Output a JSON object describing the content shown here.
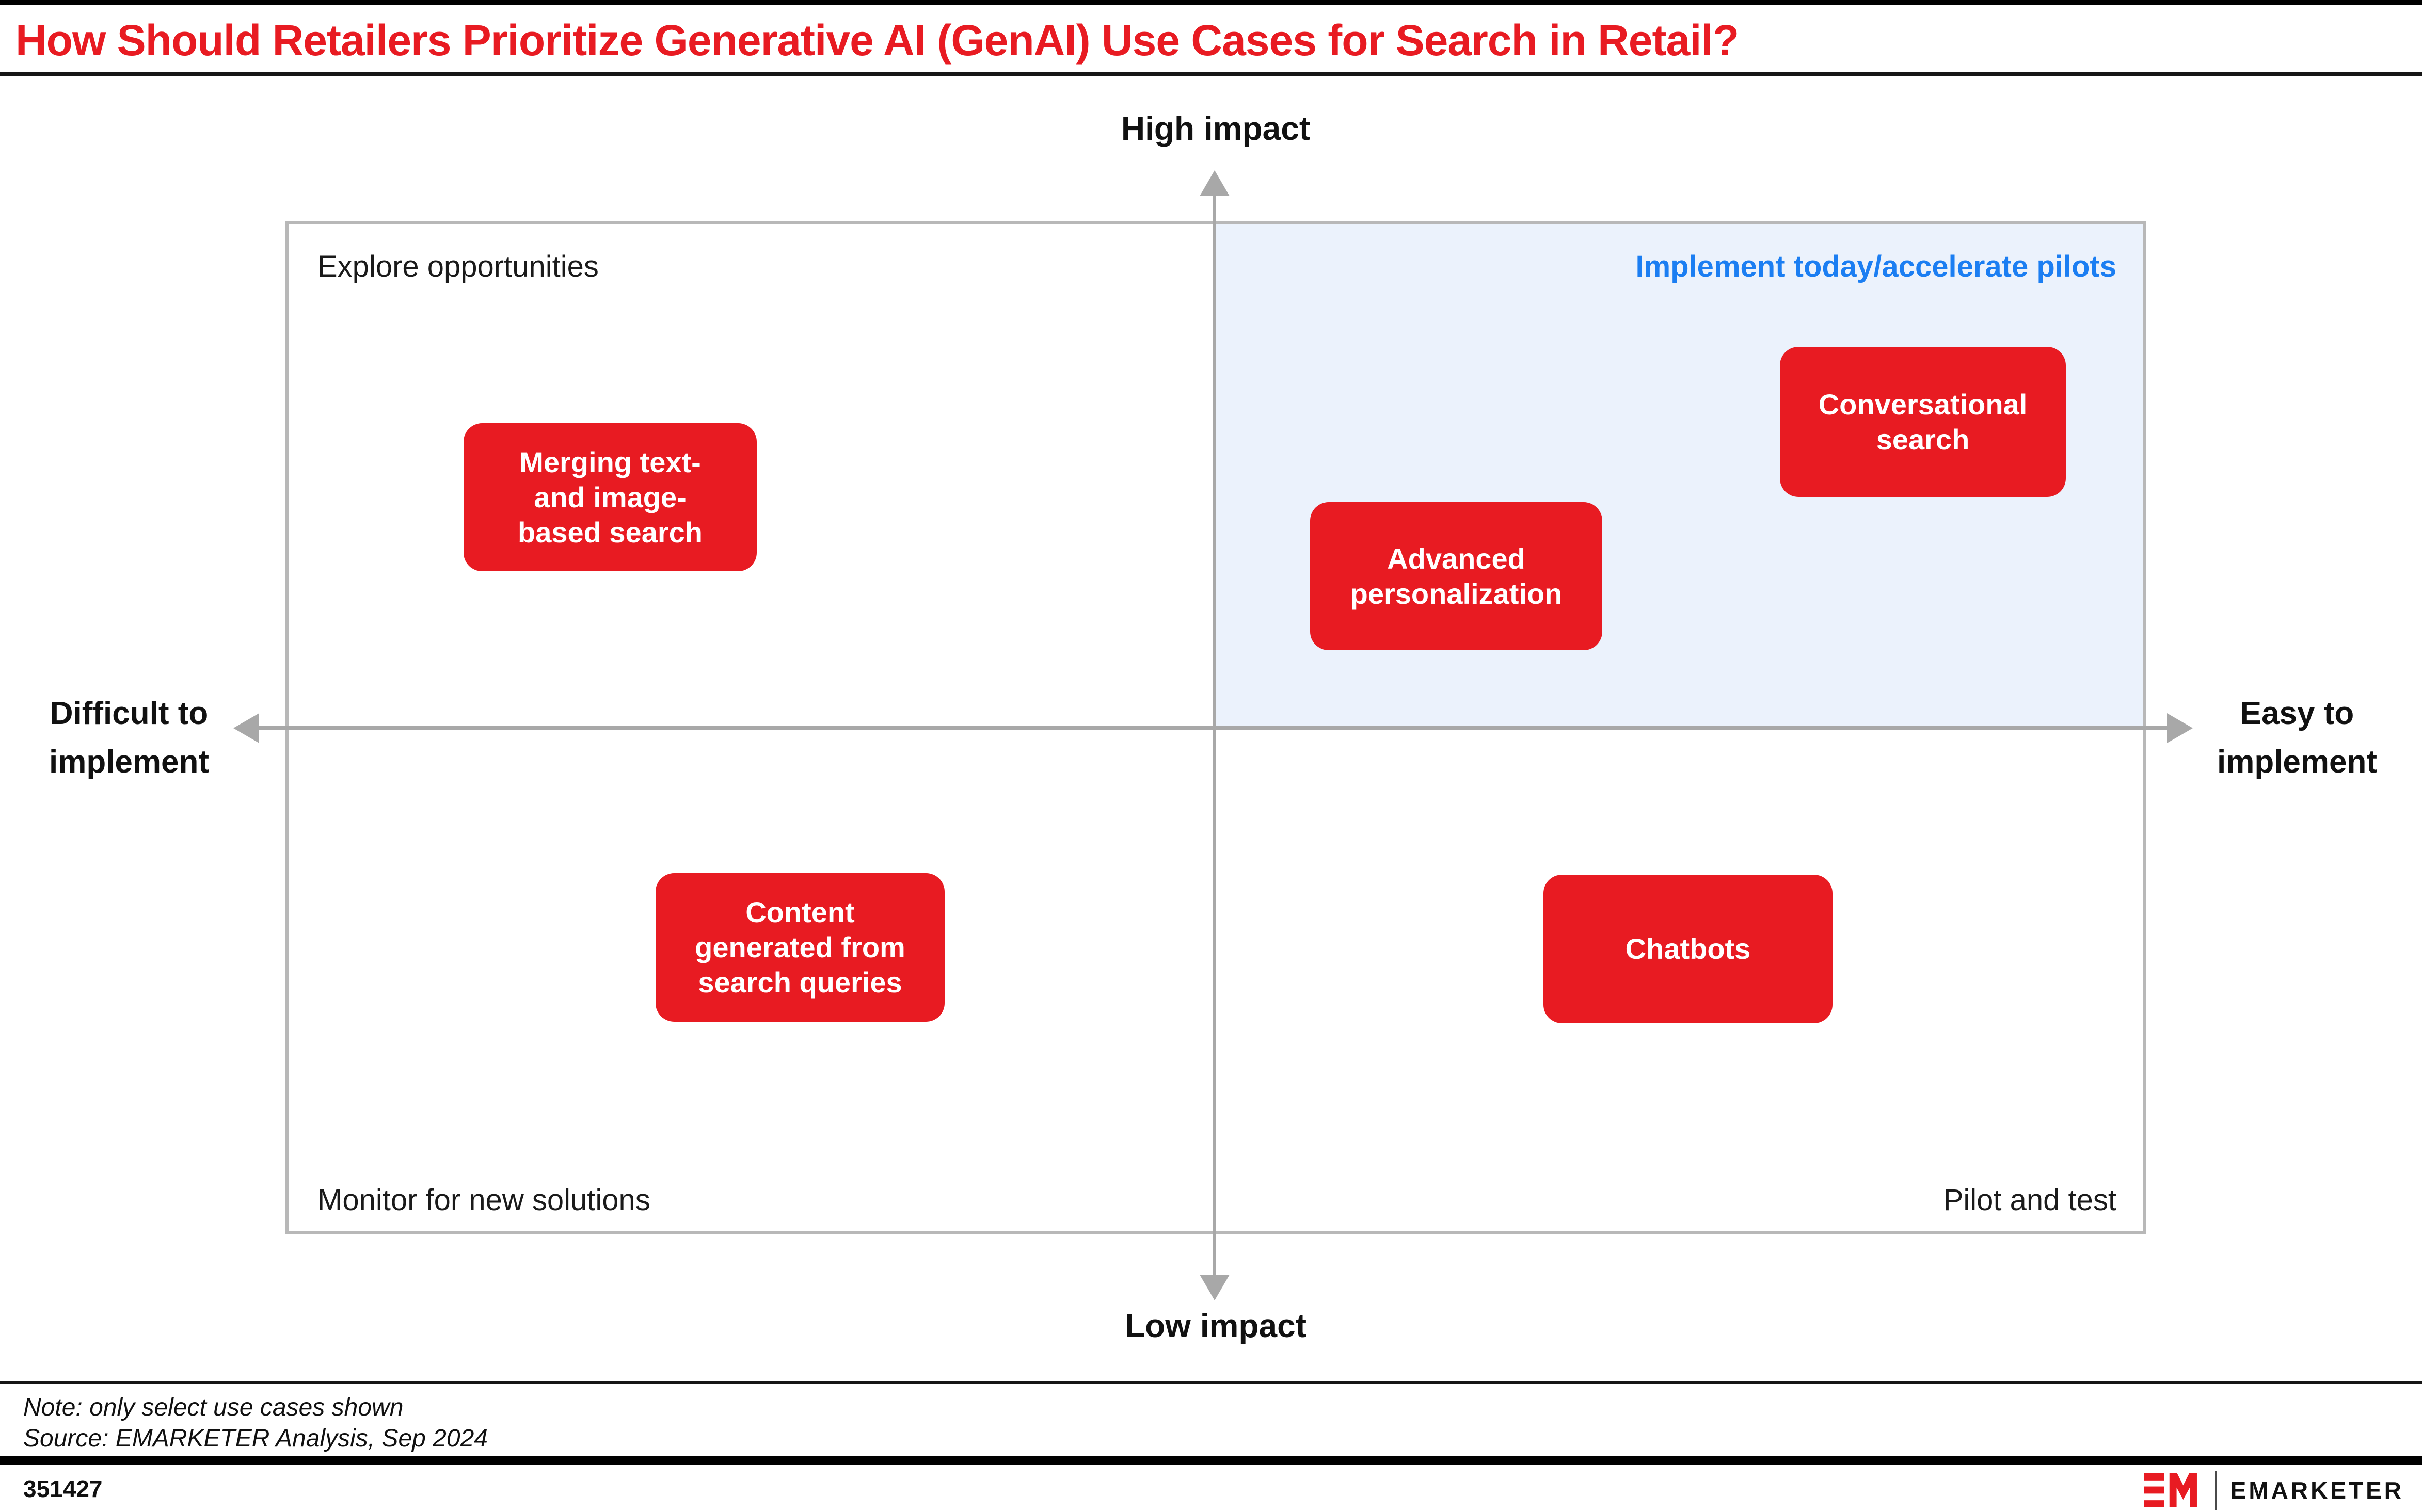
{
  "title": "How Should Retailers Prioritize Generative AI (GenAI) Use Cases for Search in Retail?",
  "axis": {
    "top_label": "High impact",
    "bottom_label": "Low impact",
    "left_label_line1": "Difficult to",
    "left_label_line2": "implement",
    "right_label_line1": "Easy to",
    "right_label_line2": "implement"
  },
  "quadrants": {
    "top_left": {
      "label": "Explore opportunities"
    },
    "top_right": {
      "label": "Implement today/accelerate pilots"
    },
    "bottom_left": {
      "label": "Monitor for new solutions"
    },
    "bottom_right": {
      "label": "Pilot and test"
    }
  },
  "use_cases": [
    {
      "name": "Merging text- and image-based search",
      "lines": [
        "Merging text-",
        "and image-",
        "based search"
      ],
      "quadrant": "top_left",
      "ease_pct": 18,
      "impact_pct": 73
    },
    {
      "name": "Conversational search",
      "lines": [
        "Conversational",
        "search"
      ],
      "quadrant": "top_right",
      "ease_pct": 88,
      "impact_pct": 80
    },
    {
      "name": "Advanced personalization",
      "lines": [
        "Advanced",
        "personalization"
      ],
      "quadrant": "top_right",
      "ease_pct": 63,
      "impact_pct": 65
    },
    {
      "name": "Content generated from search queries",
      "lines": [
        "Content",
        "generated from",
        "search queries"
      ],
      "quadrant": "bottom_left",
      "ease_pct": 28,
      "impact_pct": 28
    },
    {
      "name": "Chatbots",
      "lines": [
        "Chatbots"
      ],
      "quadrant": "bottom_right",
      "ease_pct": 75,
      "impact_pct": 28
    }
  ],
  "footer": {
    "note": "Note: only select use cases shown",
    "source": "Source: EMARKETER Analysis, Sep 2024",
    "chart_id": "351427",
    "brand": "EMARKETER"
  },
  "colors": {
    "accent_red": "#e81b22",
    "quadrant_blue_text": "#1b7ef2",
    "quadrant_blue_bg": "#ebf2fc",
    "axis_gray": "#a8a8a8",
    "frame_gray": "#b8b8b8",
    "rule_black": "#161616"
  }
}
